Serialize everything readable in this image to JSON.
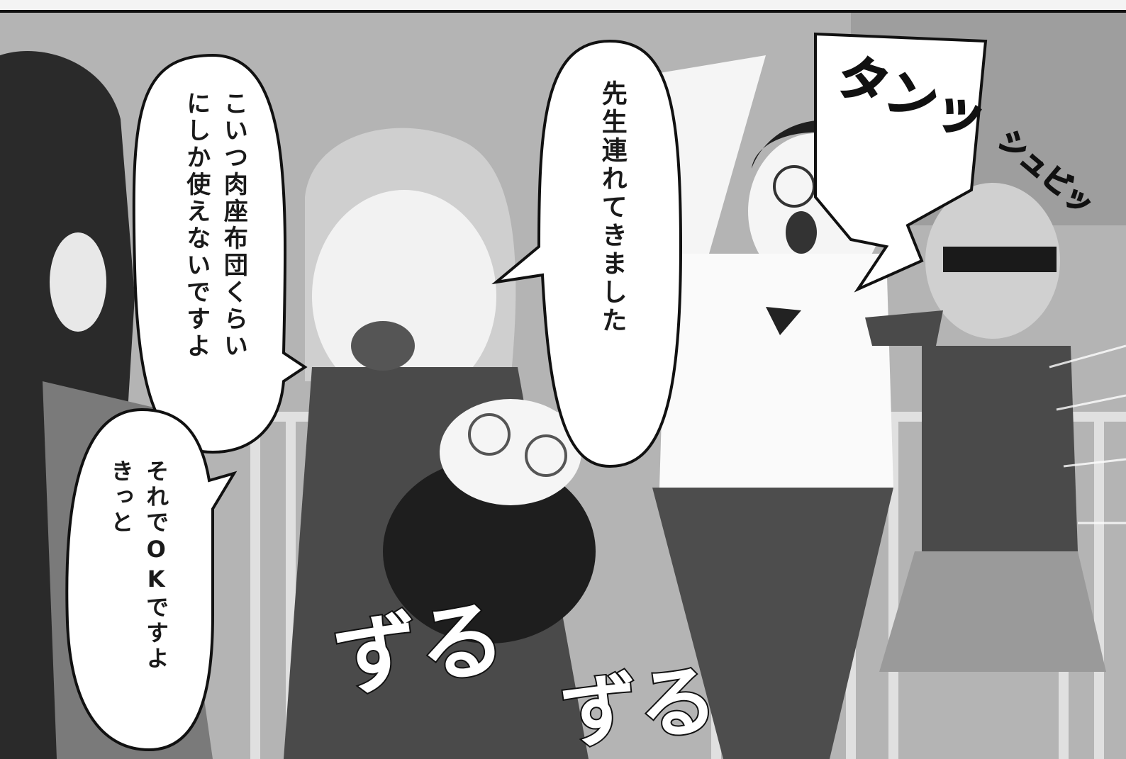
{
  "speech": {
    "bubble_left_top": {
      "line1": "こいつ肉座布団くらい",
      "line2": "にしか使えないですよ"
    },
    "bubble_left_bottom": {
      "line1": "それでOKですよ",
      "line2": "きっと"
    },
    "bubble_center": {
      "line1": "先生連れてきました"
    }
  },
  "sfx": {
    "slam": "タンッ",
    "swish": "シュビッ",
    "drag1": "ずる",
    "drag2": "ずる"
  },
  "colors": {
    "ink": "#111111",
    "bubble": "#ffffff",
    "background": "#bdbdbd"
  }
}
